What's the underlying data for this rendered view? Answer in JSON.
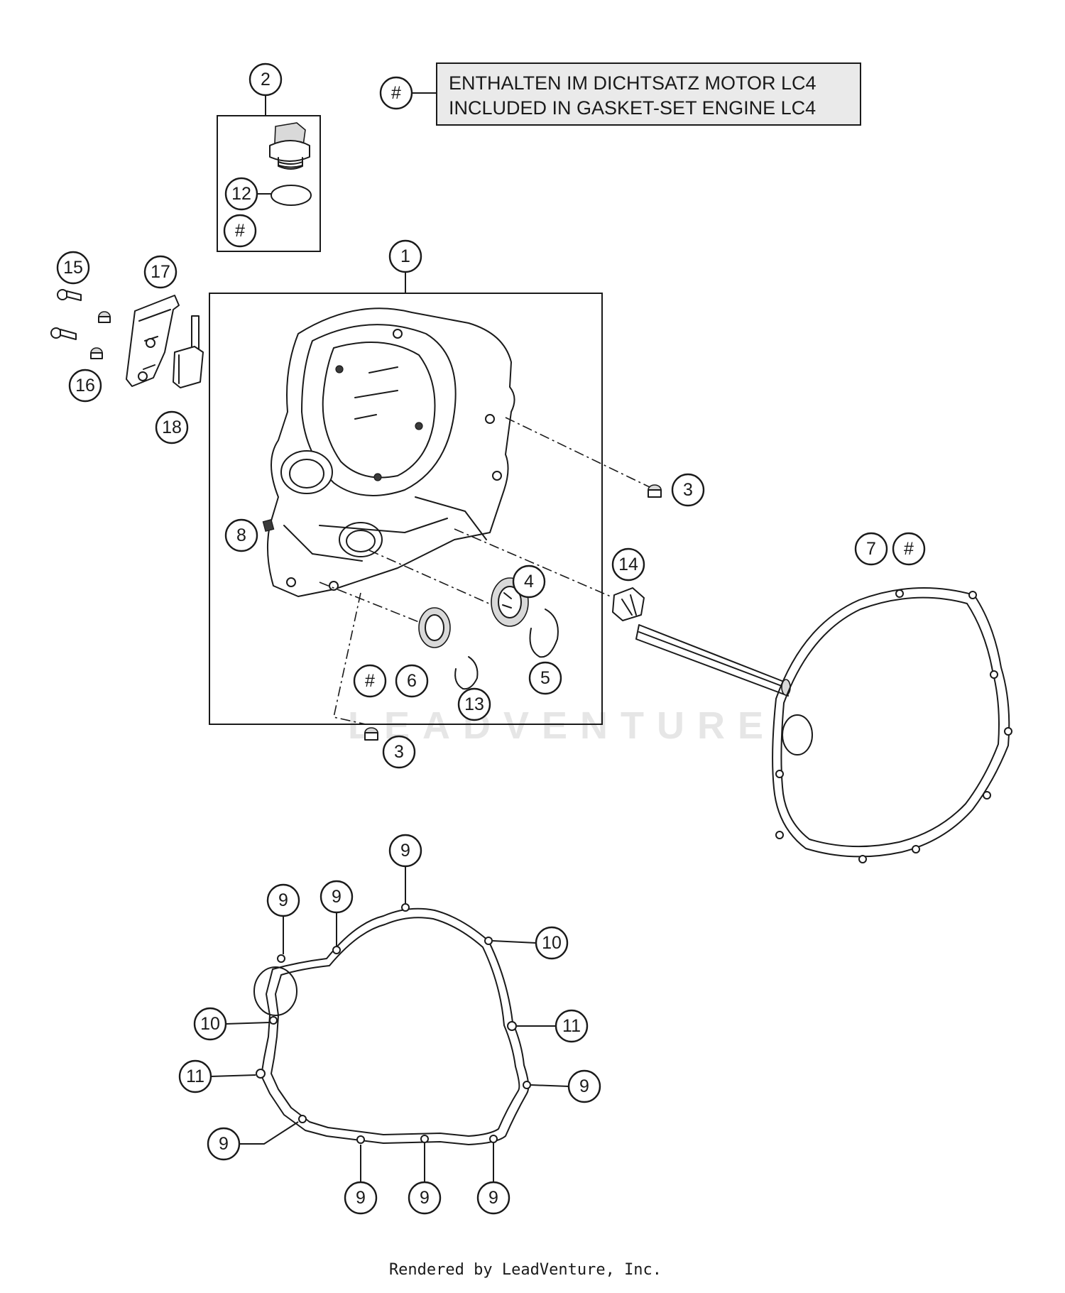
{
  "legend": {
    "symbol": "#",
    "line1": "ENTHALTEN IM DICHTSATZ MOTOR LC4",
    "line2": "INCLUDED IN GASKET-SET ENGINE LC4"
  },
  "callouts": {
    "c1": "1",
    "c2": "2",
    "c3a": "3",
    "c3b": "3",
    "c4": "4",
    "c5": "5",
    "c6": "6",
    "c7": "7",
    "c8": "8",
    "c12": "12",
    "c13": "13",
    "c14": "14",
    "c15": "15",
    "c16": "16",
    "c17": "17",
    "c18": "18",
    "hash_box2": "#",
    "hash_legend": "#",
    "hash_7": "#",
    "hash_6": "#"
  },
  "gasket_callouts": {
    "g9_top": "9",
    "g9_ul1": "9",
    "g9_ul2": "9",
    "g10_r": "10",
    "g10_l": "10",
    "g11_r": "11",
    "g11_l": "11",
    "g9_r": "9",
    "g9_bl": "9",
    "g9_b1": "9",
    "g9_b2": "9",
    "g9_b3": "9"
  },
  "watermark": "LEADVENTURE",
  "footer": "Rendered by LeadVenture, Inc."
}
